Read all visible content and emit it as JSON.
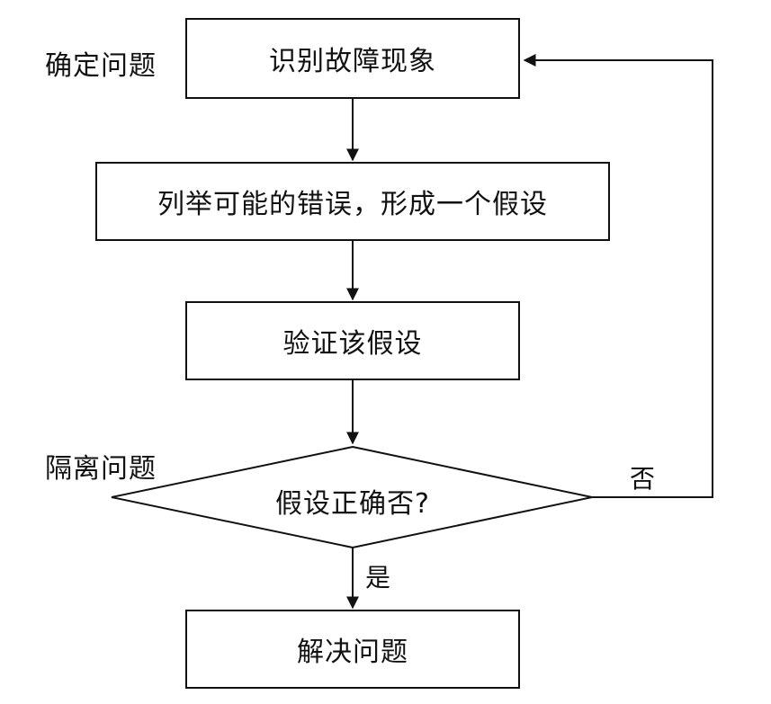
{
  "labels": {
    "identify_stage": "确定问题",
    "isolate_stage": "隔离问题"
  },
  "nodes": {
    "step1": "识别故障现象",
    "step2": "列举可能的错误，形成一个假设",
    "step3": "验证该假设",
    "decision": "假设正确否?",
    "step4": "解决问题"
  },
  "edges": {
    "no": "否",
    "yes": "是"
  }
}
